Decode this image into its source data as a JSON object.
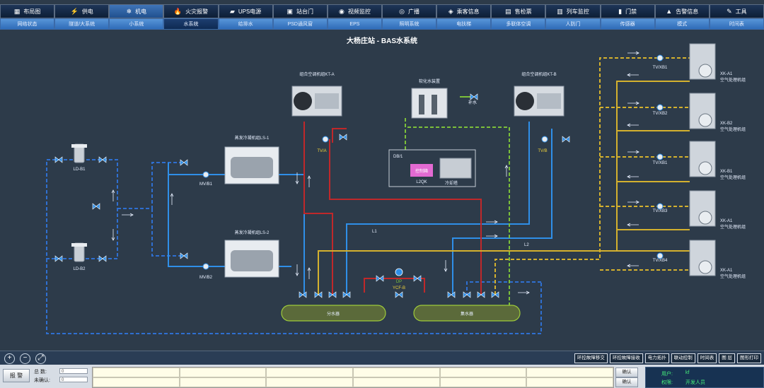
{
  "nav_primary": [
    {
      "icon": "▦",
      "label": "布局图"
    },
    {
      "icon": "⚡",
      "label": "供电"
    },
    {
      "icon": "❄",
      "label": "机电",
      "active": true
    },
    {
      "icon": "🔥",
      "label": "火灾报警"
    },
    {
      "icon": "▰",
      "label": "UPS电源"
    },
    {
      "icon": "▣",
      "label": "站台门"
    },
    {
      "icon": "◉",
      "label": "视频监控"
    },
    {
      "icon": "◎",
      "label": "广播"
    },
    {
      "icon": "◈",
      "label": "乘客信息"
    },
    {
      "icon": "▤",
      "label": "售检票"
    },
    {
      "icon": "▥",
      "label": "列车监控"
    },
    {
      "icon": "▮",
      "label": "门禁"
    },
    {
      "icon": "▲",
      "label": "告警信息"
    },
    {
      "icon": "✎",
      "label": "工具"
    }
  ],
  "nav_secondary": [
    {
      "label": "网络状态"
    },
    {
      "label": "隧道/大系统"
    },
    {
      "label": "小系统"
    },
    {
      "label": "水系统",
      "active": true
    },
    {
      "label": "给排水"
    },
    {
      "label": "PSD通风窗"
    },
    {
      "label": "EPS"
    },
    {
      "label": "照明系统"
    },
    {
      "label": "电扶梯"
    },
    {
      "label": "多联体空调"
    },
    {
      "label": "人防门"
    },
    {
      "label": "传感器"
    },
    {
      "label": "模式"
    },
    {
      "label": "时间表"
    }
  ],
  "diagram": {
    "title": "大杨庄站 - BAS水系统",
    "pumps": [
      "LD-B1",
      "LD-B2"
    ],
    "chillers": [
      "蒸发冷凝机组LS-1",
      "蒸发冷凝机组LS-2"
    ],
    "valves_mv": [
      "MV/B1",
      "MV/B2"
    ],
    "ahu_top": [
      "组合空调机组KT-A",
      "组合空调机组KT-B"
    ],
    "tv_ab": [
      "TV/A",
      "TV/B"
    ],
    "softener": "软化水装置",
    "makeup": "补水",
    "db_box": "DB/1",
    "control_box": "控制箱",
    "l2qk": "L2QK",
    "cooling_tower": "冷却塔",
    "line_labels": [
      "L1",
      "L2"
    ],
    "ycf": "YCF-B",
    "dp": "DP",
    "manifolds": [
      "分水器",
      "集水器"
    ],
    "tv_right": [
      "TV/XB1",
      "TV/XB2",
      "TV/XB1",
      "TV/XB3",
      "TV/XB4"
    ],
    "ahu_right": [
      {
        "id": "XK-A1",
        "desc": "空气处理机组"
      },
      {
        "id": "XK-B2",
        "desc": "空气处理机组"
      },
      {
        "id": "XK-B1",
        "desc": "空气处理机组"
      },
      {
        "id": "XK-A1",
        "desc": "空气处理机组"
      },
      {
        "id": "XK-A1",
        "desc": "空气处理机组"
      }
    ]
  },
  "function_buttons": [
    "环控故障移交",
    "环控故障接收",
    "电力拓扑",
    "联动控制",
    "时间表",
    "图 层",
    "图形打印"
  ],
  "status": {
    "alarm_button": "报 警",
    "total_label": "总 数:",
    "total_value": "0",
    "unconfirmed_label": "未确认:",
    "unconfirmed_value": "0",
    "confirm_buttons": [
      "确认",
      "确认"
    ],
    "user_label": "用户:",
    "user_value": "kf",
    "permission_label": "权限:",
    "permission_value": "开发人员"
  },
  "colors": {
    "supply": "#c0282a",
    "return_": "#2f8fe8",
    "cooling": "#d4b12e",
    "drain": "#7bbf3a",
    "dashed_blue": "#2f6fd0"
  }
}
